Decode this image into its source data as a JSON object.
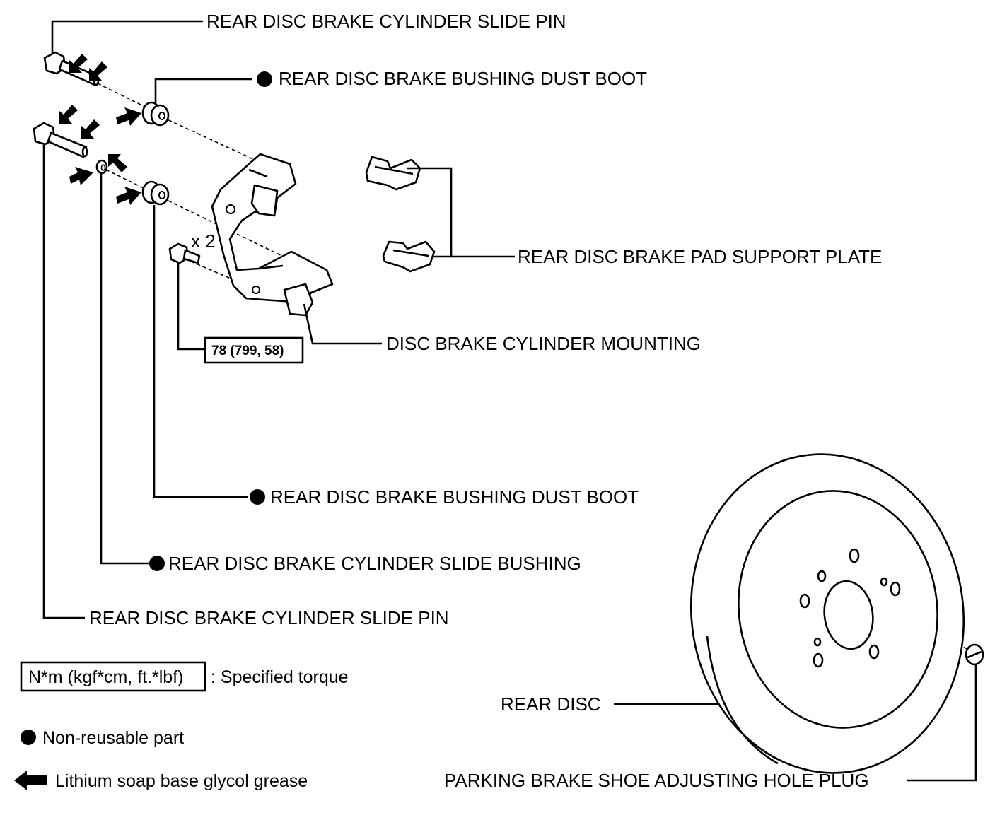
{
  "labels": {
    "slide_pin_top": "REAR DISC BRAKE CYLINDER SLIDE PIN",
    "dust_boot_top": "REAR DISC BRAKE BUSHING DUST BOOT",
    "pad_support_plate": "REAR DISC BRAKE PAD SUPPORT PLATE",
    "cylinder_mounting": "DISC BRAKE CYLINDER MOUNTING",
    "dust_boot_bottom": "REAR DISC BRAKE BUSHING DUST BOOT",
    "slide_bushing": "REAR DISC BRAKE CYLINDER SLIDE BUSHING",
    "slide_pin_bottom": "REAR DISC BRAKE CYLINDER SLIDE PIN",
    "rear_disc": "REAR DISC",
    "hole_plug": "PARKING BRAKE SHOE ADJUSTING HOLE PLUG"
  },
  "bolt_quantity": "x 2",
  "torque_value": "78 (799, 58)",
  "legend": {
    "torque_box": "N*m (kgf*cm, ft.*lbf)",
    "torque_text": ": Specified torque",
    "non_reusable": "Non-reusable part",
    "grease": "Lithium soap base glycol grease"
  },
  "colors": {
    "ink": "#000000",
    "paper": "#ffffff"
  }
}
